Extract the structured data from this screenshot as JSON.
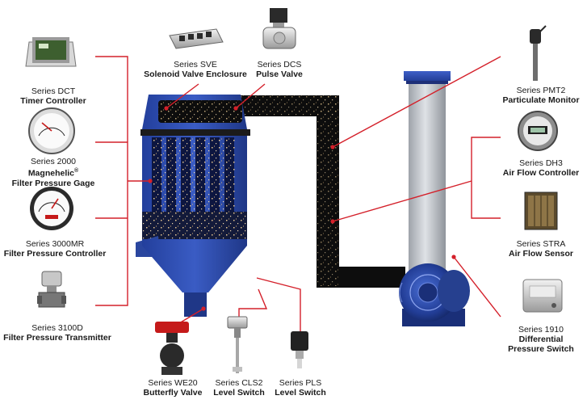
{
  "colors": {
    "leader": "#d4202a",
    "collector": "#2f4fb0",
    "collector_dark": "#1d2f78",
    "duct": "#0d0d0d",
    "stack": "#b8bcc2",
    "background": "#ffffff"
  },
  "products": {
    "dct": {
      "series": "Series DCT",
      "name": "Timer Controller",
      "icon": "timer-controller-icon"
    },
    "mag": {
      "series": "Series 2000",
      "name": "Magnehelic",
      "reg": "®",
      "name2": "Filter Pressure Gage",
      "icon": "pressure-gage-icon"
    },
    "mr": {
      "series": "Series 3000MR",
      "name": "Filter Pressure Controller",
      "icon": "pressure-controller-icon"
    },
    "td": {
      "series": "Series 3100D",
      "name": "Filter Pressure Transmitter",
      "icon": "pressure-transmitter-icon"
    },
    "sve": {
      "series": "Series SVE",
      "name": "Solenoid Valve Enclosure",
      "icon": "solenoid-enclosure-icon"
    },
    "dcs": {
      "series": "Series DCS",
      "name": "Pulse Valve",
      "icon": "pulse-valve-icon"
    },
    "pmt": {
      "series": "Series PMT2",
      "name": "Particulate Monitor",
      "icon": "particulate-probe-icon"
    },
    "dh3": {
      "series": "Series DH3",
      "name": "Air Flow Controller",
      "icon": "air-flow-controller-icon"
    },
    "stra": {
      "series": "Series STRA",
      "name": "Air Flow Sensor",
      "icon": "air-flow-sensor-icon"
    },
    "p1910": {
      "series": "Series 1910",
      "name": "Differential",
      "name2": "Pressure Switch",
      "icon": "pressure-switch-icon"
    },
    "we20": {
      "series": "Series WE20",
      "name": "Butterfly Valve",
      "icon": "butterfly-valve-icon"
    },
    "cls2": {
      "series": "Series CLS2",
      "name": "Level Switch",
      "icon": "level-switch-icon"
    },
    "pls": {
      "series": "Series PLS",
      "name": "Level Switch",
      "icon": "paddle-level-switch-icon"
    }
  }
}
